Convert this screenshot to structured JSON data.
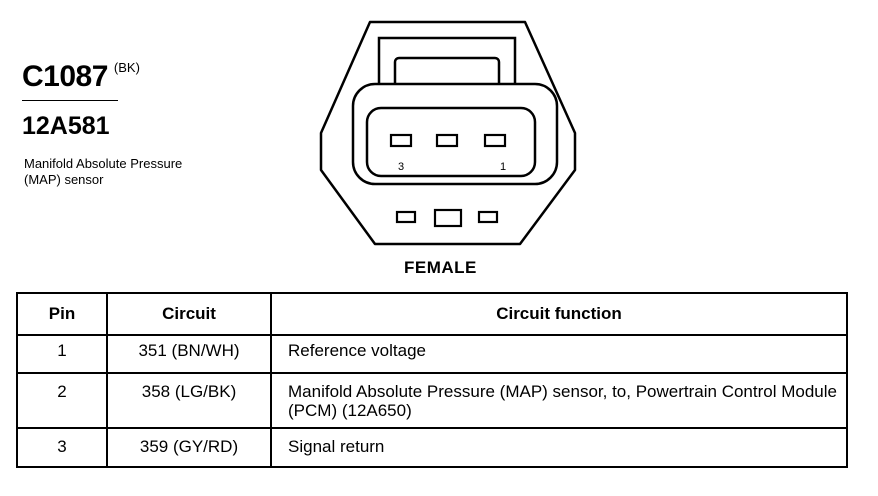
{
  "connector": {
    "code": "C1087",
    "color": "(BK)",
    "part_number": "12A581",
    "description": "Manifold Absolute Pressure (MAP) sensor",
    "gender": "FEMALE",
    "pin_labels": [
      "3",
      "1"
    ]
  },
  "table": {
    "headers": [
      "Pin",
      "Circuit",
      "Circuit function"
    ],
    "rows": [
      {
        "pin": "1",
        "circuit": "351 (BN/WH)",
        "function": "Reference voltage"
      },
      {
        "pin": "2",
        "circuit": "358 (LG/BK)",
        "function": "Manifold Absolute Pressure (MAP) sensor, to, Powertrain Control Module (PCM) (12A650)"
      },
      {
        "pin": "3",
        "circuit": "359 (GY/RD)",
        "function": "Signal return"
      }
    ]
  }
}
